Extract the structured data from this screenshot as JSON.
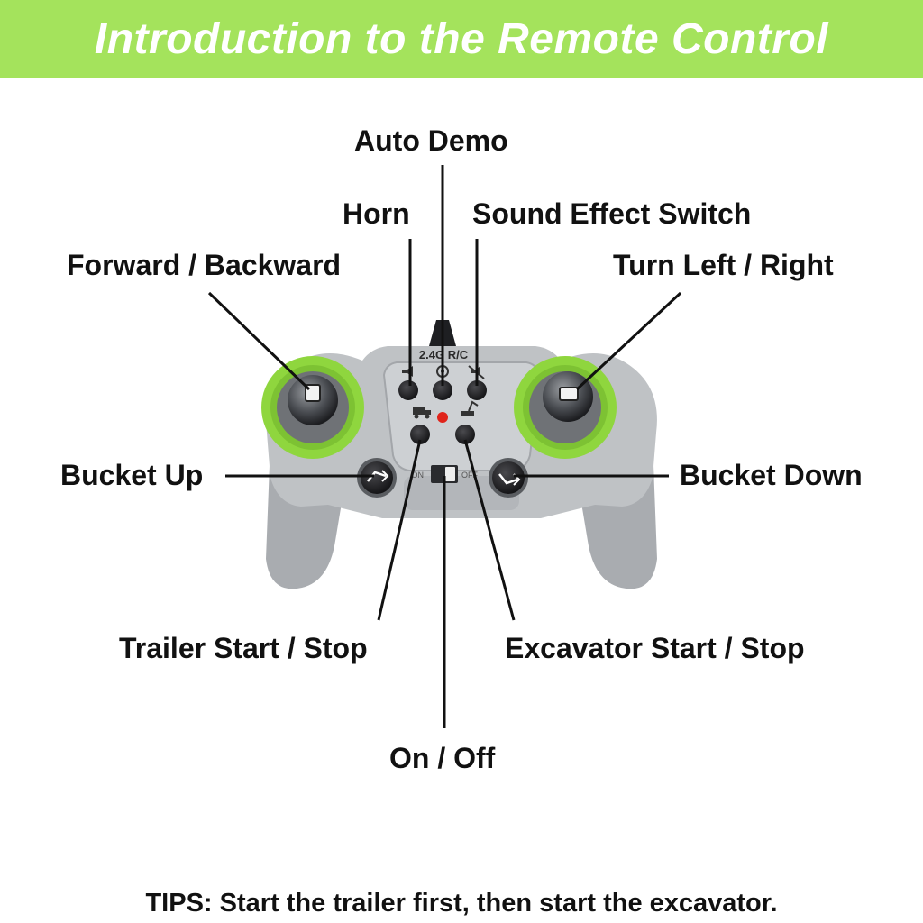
{
  "header": {
    "title": "Introduction to the Remote Control"
  },
  "controller": {
    "brand_text": "2.4G R/C",
    "switch_on_text": "ON",
    "switch_off_text": "OFF"
  },
  "labels": {
    "auto_demo": "Auto Demo",
    "horn": "Horn",
    "sound_effect_switch": "Sound Effect Switch",
    "forward_backward": "Forward / Backward",
    "turn_left_right": "Turn Left / Right",
    "bucket_up": "Bucket Up",
    "bucket_down": "Bucket Down",
    "trailer_start_stop": "Trailer Start / Stop",
    "excavator_start_stop": "Excavator Start / Stop",
    "on_off": "On / Off"
  },
  "tips": "TIPS: Start the trailer first, then start the excavator.",
  "colors": {
    "banner": "#a4e35c",
    "accent_green": "#8fd63e",
    "controller_body": "#b9bcbf",
    "button": "#1d1d1f",
    "indicator_led": "#e0241b"
  }
}
